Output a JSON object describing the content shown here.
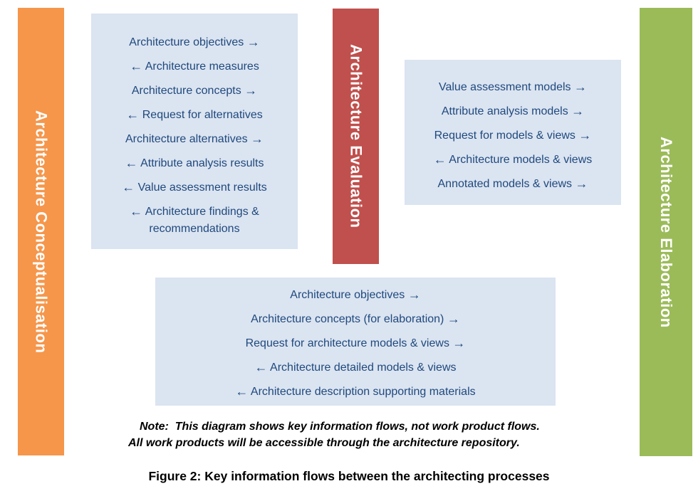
{
  "colors": {
    "conceptualisation_bar": "#F5964B",
    "evaluation_bar": "#C0504D",
    "elaboration_bar": "#9BBB59",
    "flow_box_fill": "#DBE4F1",
    "flow_text": "#1F497D",
    "bar_text": "#FFFFFF"
  },
  "arrows": {
    "right": "→",
    "left": "←"
  },
  "bars": {
    "conceptualisation": {
      "label": "Architecture Conceptualisation"
    },
    "evaluation": {
      "label": "Architecture Evaluation"
    },
    "elaboration": {
      "label": "Architecture Elaboration"
    }
  },
  "flow_boxes": {
    "conceptualisation_evaluation": {
      "items": [
        {
          "text": "Architecture objectives",
          "dir": "right"
        },
        {
          "text": "Architecture measures",
          "dir": "left"
        },
        {
          "text": "Architecture concepts",
          "dir": "right"
        },
        {
          "text": "Request for alternatives",
          "dir": "left"
        },
        {
          "text": "Architecture alternatives",
          "dir": "right"
        },
        {
          "text": "Attribute analysis results",
          "dir": "left"
        },
        {
          "text": "Value assessment results",
          "dir": "left"
        },
        {
          "text": "Architecture findings & recommendations",
          "dir": "left"
        }
      ]
    },
    "evaluation_elaboration": {
      "items": [
        {
          "text": "Value assessment models",
          "dir": "right"
        },
        {
          "text": "Attribute analysis models",
          "dir": "right"
        },
        {
          "text": "Request for models & views",
          "dir": "right"
        },
        {
          "text": "Architecture models & views",
          "dir": "left"
        },
        {
          "text": "Annotated models & views",
          "dir": "right"
        }
      ]
    },
    "conceptualisation_elaboration": {
      "items": [
        {
          "text": "Architecture objectives",
          "dir": "right"
        },
        {
          "text": "Architecture concepts (for elaboration)",
          "dir": "right"
        },
        {
          "text": "Request for architecture models & views",
          "dir": "right"
        },
        {
          "text": "Architecture detailed models & views",
          "dir": "left"
        },
        {
          "text": "Architecture description supporting materials",
          "dir": "left"
        }
      ]
    }
  },
  "note": {
    "line1": "Note:  This diagram shows key information flows, not work product flows.",
    "line2": "All work products will be accessible through the architecture repository."
  },
  "caption": "Figure 2: Key information flows between the architecting processes"
}
